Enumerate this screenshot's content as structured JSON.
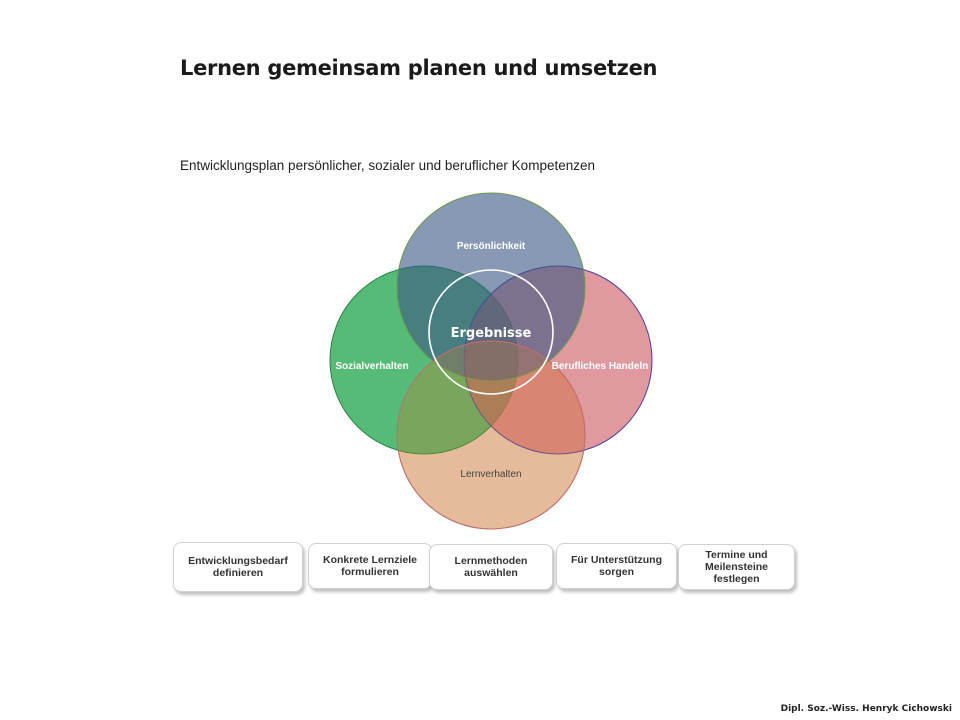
{
  "title": "Lernen gemeinsam planen und umsetzen",
  "subtitle": "Entwicklungsplan persönlicher, sozialer und beruflicher Kompetenzen",
  "diagram": {
    "center_label": "Ergebnisse",
    "circles": [
      {
        "label": "Persönlichkeit",
        "color": "#3f5a88"
      },
      {
        "label": "Sozialverhalten",
        "color": "#2aaa54"
      },
      {
        "label": "Berufliches Handeln",
        "color": "#c9555f"
      },
      {
        "label": "Lernverhalten",
        "color": "#d6a88c"
      }
    ]
  },
  "steps": [
    {
      "label": "Entwicklungsbedarf definieren"
    },
    {
      "label": "Konkrete Lernziele formulieren"
    },
    {
      "label": "Lernmethoden auswählen"
    },
    {
      "label": "Für Unterstützung sorgen"
    },
    {
      "label": "Termine und Meilensteine festlegen"
    }
  ],
  "footer": "Dipl. Soz.-Wiss. Henryk Cichowski"
}
